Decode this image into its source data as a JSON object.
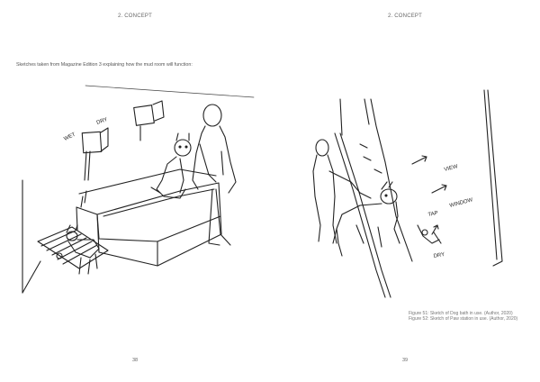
{
  "left_page": {
    "header": "2. CONCEPT",
    "intro": "Sketches taken from Magazine Edition 3 explaining how the mud room will function:",
    "page_number": "38",
    "sketch_labels": {
      "dry": "DRY",
      "wet": "WET"
    }
  },
  "right_page": {
    "header": "2. CONCEPT",
    "caption_line1": "Figure 51: Sketch of Dog bath in use. (Author, 2020)",
    "caption_line2": "Figure 52: Sketch of Paw station in use. (Author, 2020)",
    "page_number": "39",
    "sketch_labels": {
      "view": "VIEW",
      "window": "WINDOW",
      "tap": "TAP",
      "dry": "DRY"
    }
  }
}
